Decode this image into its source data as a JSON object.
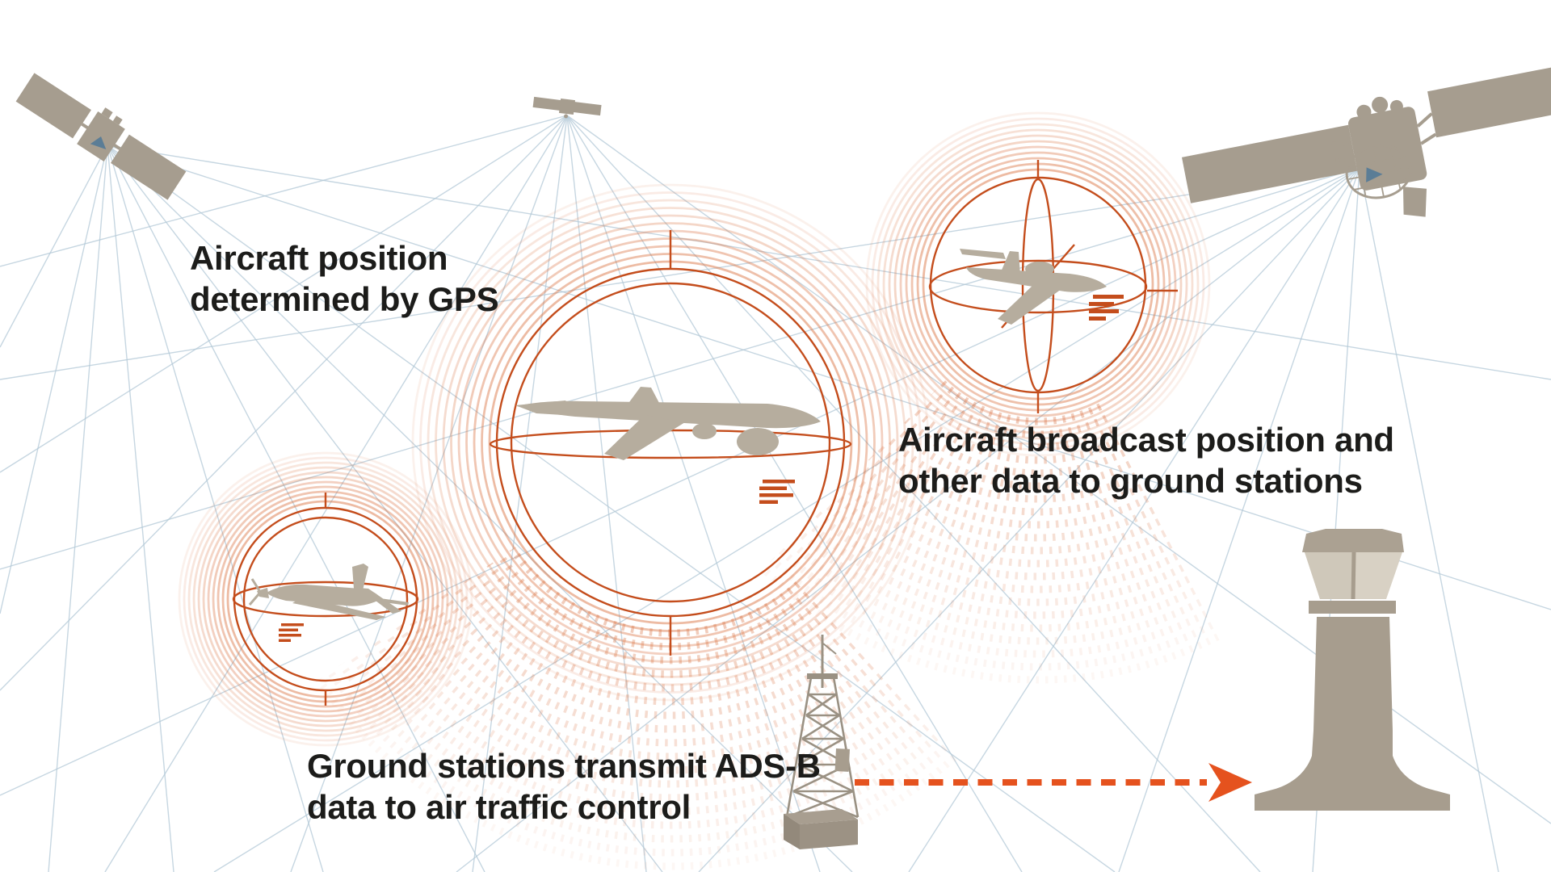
{
  "labels": {
    "gps": {
      "line1": "Aircraft position",
      "line2": "determined by GPS"
    },
    "broadcast": {
      "line1": "Aircraft broadcast position and",
      "line2": "other data to ground stations"
    },
    "ground": {
      "line1": "Ground stations transmit ADS-B",
      "line2": "data to air traffic control"
    }
  },
  "colors": {
    "background": "#ffffff",
    "text": "#1c1c1a",
    "signal_blue": "#b3c9d7",
    "accent_orange": "#c44d1c",
    "halo_orange": "#d9703f",
    "wave_orange": "#e08e68",
    "arrow_orange": "#e5521e",
    "silhouette_taupe": "#a69d8f",
    "aircraft_taupe": "#b6ad9e",
    "structure_taupe": "#a79d8e",
    "window_beige": "#d8d1c4"
  },
  "icons": [
    {
      "name": "gps-satellite-left"
    },
    {
      "name": "gps-satellite-center"
    },
    {
      "name": "gps-satellite-right"
    },
    {
      "name": "gps-signal-rays"
    },
    {
      "name": "position-sphere-center"
    },
    {
      "name": "position-sphere-right"
    },
    {
      "name": "position-sphere-left"
    },
    {
      "name": "airliner-silhouette"
    },
    {
      "name": "regional-jet-silhouette"
    },
    {
      "name": "turboprop-silhouette"
    },
    {
      "name": "adsb-data-burst"
    },
    {
      "name": "broadcast-wave-arcs"
    },
    {
      "name": "ground-station-tower"
    },
    {
      "name": "dashed-arrow"
    },
    {
      "name": "control-tower"
    }
  ]
}
